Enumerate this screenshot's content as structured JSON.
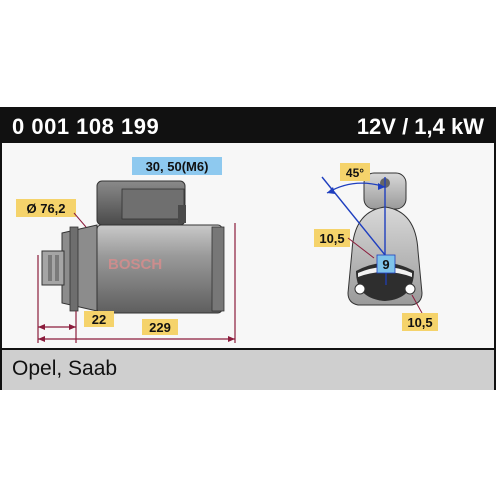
{
  "header": {
    "part_number": "0 001 108 199",
    "spec": "12V / 1,4 kW"
  },
  "labels": {
    "bolt": "30, 50(M6)",
    "diameter": "Ø 76,2",
    "dim_22": "22",
    "dim_229": "229",
    "angle": "45°",
    "dim_left": "10,5",
    "teeth": "9",
    "dim_right": "10,5",
    "brand": "BOSCH"
  },
  "footer": {
    "applications": "Opel, Saab"
  },
  "colors": {
    "label_bg": "#f5d36b",
    "bolt_bg": "#8ec9ef",
    "teeth_bg": "#7fc3ea",
    "dim_line": "#8b1c3c"
  }
}
